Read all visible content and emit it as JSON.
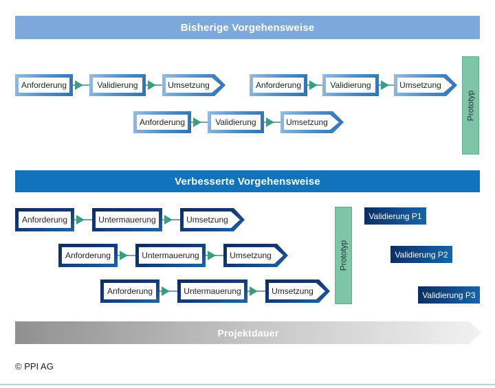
{
  "old_section": {
    "title": "Bisherige Vorgehensweise",
    "prototype_label": "Prototyp",
    "rows": [
      {
        "steps": [
          "Anforderung",
          "Validierung",
          "Umsetzung"
        ]
      },
      {
        "steps": [
          "Anforderung",
          "Validierung",
          "Umsetzung"
        ]
      },
      {
        "steps": [
          "Anforderung",
          "Validierung",
          "Umsetzung"
        ]
      }
    ]
  },
  "new_section": {
    "title": "Verbesserte Vorgehensweise",
    "prototype_label": "Prototyp",
    "rows": [
      {
        "steps": [
          "Anforderung",
          "Untermauerung",
          "Umsetzung"
        ]
      },
      {
        "steps": [
          "Anforderung",
          "Untermauerung",
          "Umsetzung"
        ]
      },
      {
        "steps": [
          "Anforderung",
          "Untermauerung",
          "Umsetzung"
        ]
      }
    ],
    "validations": [
      "Validierung P1",
      "Validierung P2",
      "Validierung P3"
    ]
  },
  "timeline": {
    "label": "Projektdauer"
  },
  "footer": {
    "copyright": "© PPI AG"
  },
  "colors": {
    "old_header_bg": "#7ca9da",
    "new_header_bg": "#1174bb",
    "old_box_border_light": "#96bce2",
    "old_box_border_dark": "#2f73b5",
    "new_box_border_dark": "#0f2d5f",
    "new_box_border_light": "#1e66ae",
    "validation_box_start": "#0d2c63",
    "validation_box_end": "#1467ae",
    "prototype_green": "#7dc5a4",
    "arrow_green": "#35a083",
    "connector_line": "#7f9e96",
    "timeline_start": "#909090",
    "timeline_end": "#f1f1f1",
    "bottom_border": "#b7d6d4"
  }
}
